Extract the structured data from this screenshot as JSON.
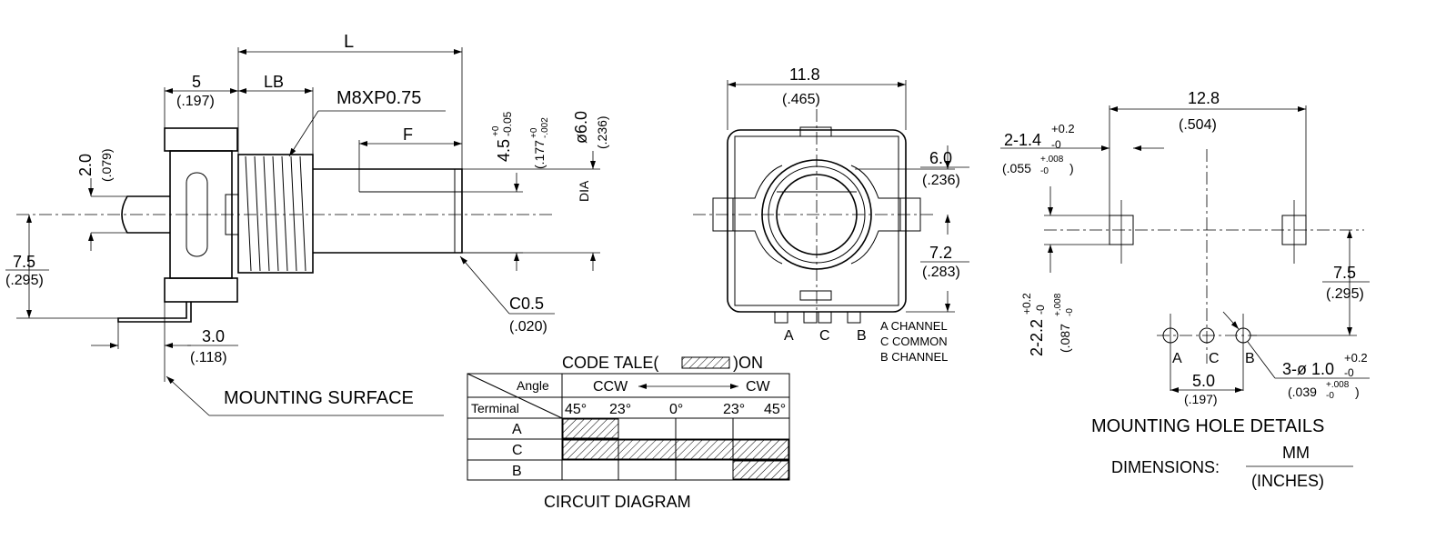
{
  "side_view": {
    "dim_L": "L",
    "dim_5": "5",
    "dim_5_in": "(.197)",
    "dim_LB": "LB",
    "thread": "M8XP0.75",
    "dim_F": "F",
    "dim_2_0": "2.0",
    "dim_2_0_in": "(.079)",
    "dim_4_5_base": "4.5",
    "dim_4_5_tol_up": "+0",
    "dim_4_5_tol_dn": "-0.05",
    "dim_177_in": "(.177",
    "dim_177_tol_up": "+0",
    "dim_177_tol_dn": "-.002",
    "dim_6_0": "ø6.0",
    "dim_6_0_in": "(.236)",
    "dia": "DIA",
    "dim_7_5": "7.5",
    "dim_7_5_in": "(.295)",
    "dim_c05": "C0.5",
    "dim_c05_in": "(.020)",
    "dim_3_0": "3.0",
    "dim_3_0_in": "(.118)",
    "mounting_surface": "MOUNTING SURFACE"
  },
  "front_view": {
    "dim_11_8": "11.8",
    "dim_11_8_in": "(.465)",
    "dim_6_0": "6.0",
    "dim_6_0_in": "(.236)",
    "dim_7_2": "7.2",
    "dim_7_2_in": "(.283)",
    "pin_a": "A",
    "pin_c": "C",
    "pin_b": "B",
    "legend_a": "A CHANNEL",
    "legend_c": "C COMMON",
    "legend_b": "B CHANNEL"
  },
  "code_table": {
    "title_pre": "CODE TALE(",
    "title_post": ")ON",
    "angle": "Angle",
    "terminal": "Terminal",
    "ccw": "CCW",
    "cw": "CW",
    "angles": [
      "45°",
      "23°",
      "0°",
      "23°",
      "45°"
    ],
    "rows": [
      "A",
      "C",
      "B"
    ],
    "caption": "CIRCUIT DIAGRAM"
  },
  "mounting_holes": {
    "dim_12_8": "12.8",
    "dim_12_8_in": "(.504)",
    "dim_2_1_4": "2-1.4",
    "dim_2_1_4_tol_up": "+0.2",
    "dim_2_1_4_tol_dn": "-0",
    "dim_055_in": "(.055",
    "dim_055_tol_up": "+.008",
    "dim_055_tol_dn": "-0",
    "dim_2_2_2": "2-2.2",
    "dim_2_2_2_tol_up": "+0.2",
    "dim_2_2_2_tol_dn": "-0",
    "dim_087_in": "(.087",
    "dim_087_tol_up": "+.008",
    "dim_087_tol_dn": "-0",
    "dim_7_5": "7.5",
    "dim_7_5_in": "(.295)",
    "dim_3_1_0": "3-ø 1.0",
    "dim_3_1_0_tol_up": "+0.2",
    "dim_3_1_0_tol_dn": "-0",
    "dim_039_in": "(.039",
    "dim_039_tol_up": "+.008",
    "dim_039_tol_dn": "-0",
    "dim_5_0": "5.0",
    "dim_5_0_in": "(.197)",
    "pin_a": "A",
    "pin_c": "C",
    "pin_b": "B",
    "title": "MOUNTING HOLE DETAILS",
    "dimensions_label": "DIMENSIONS:",
    "mm": "MM",
    "inches": "(INCHES)"
  }
}
